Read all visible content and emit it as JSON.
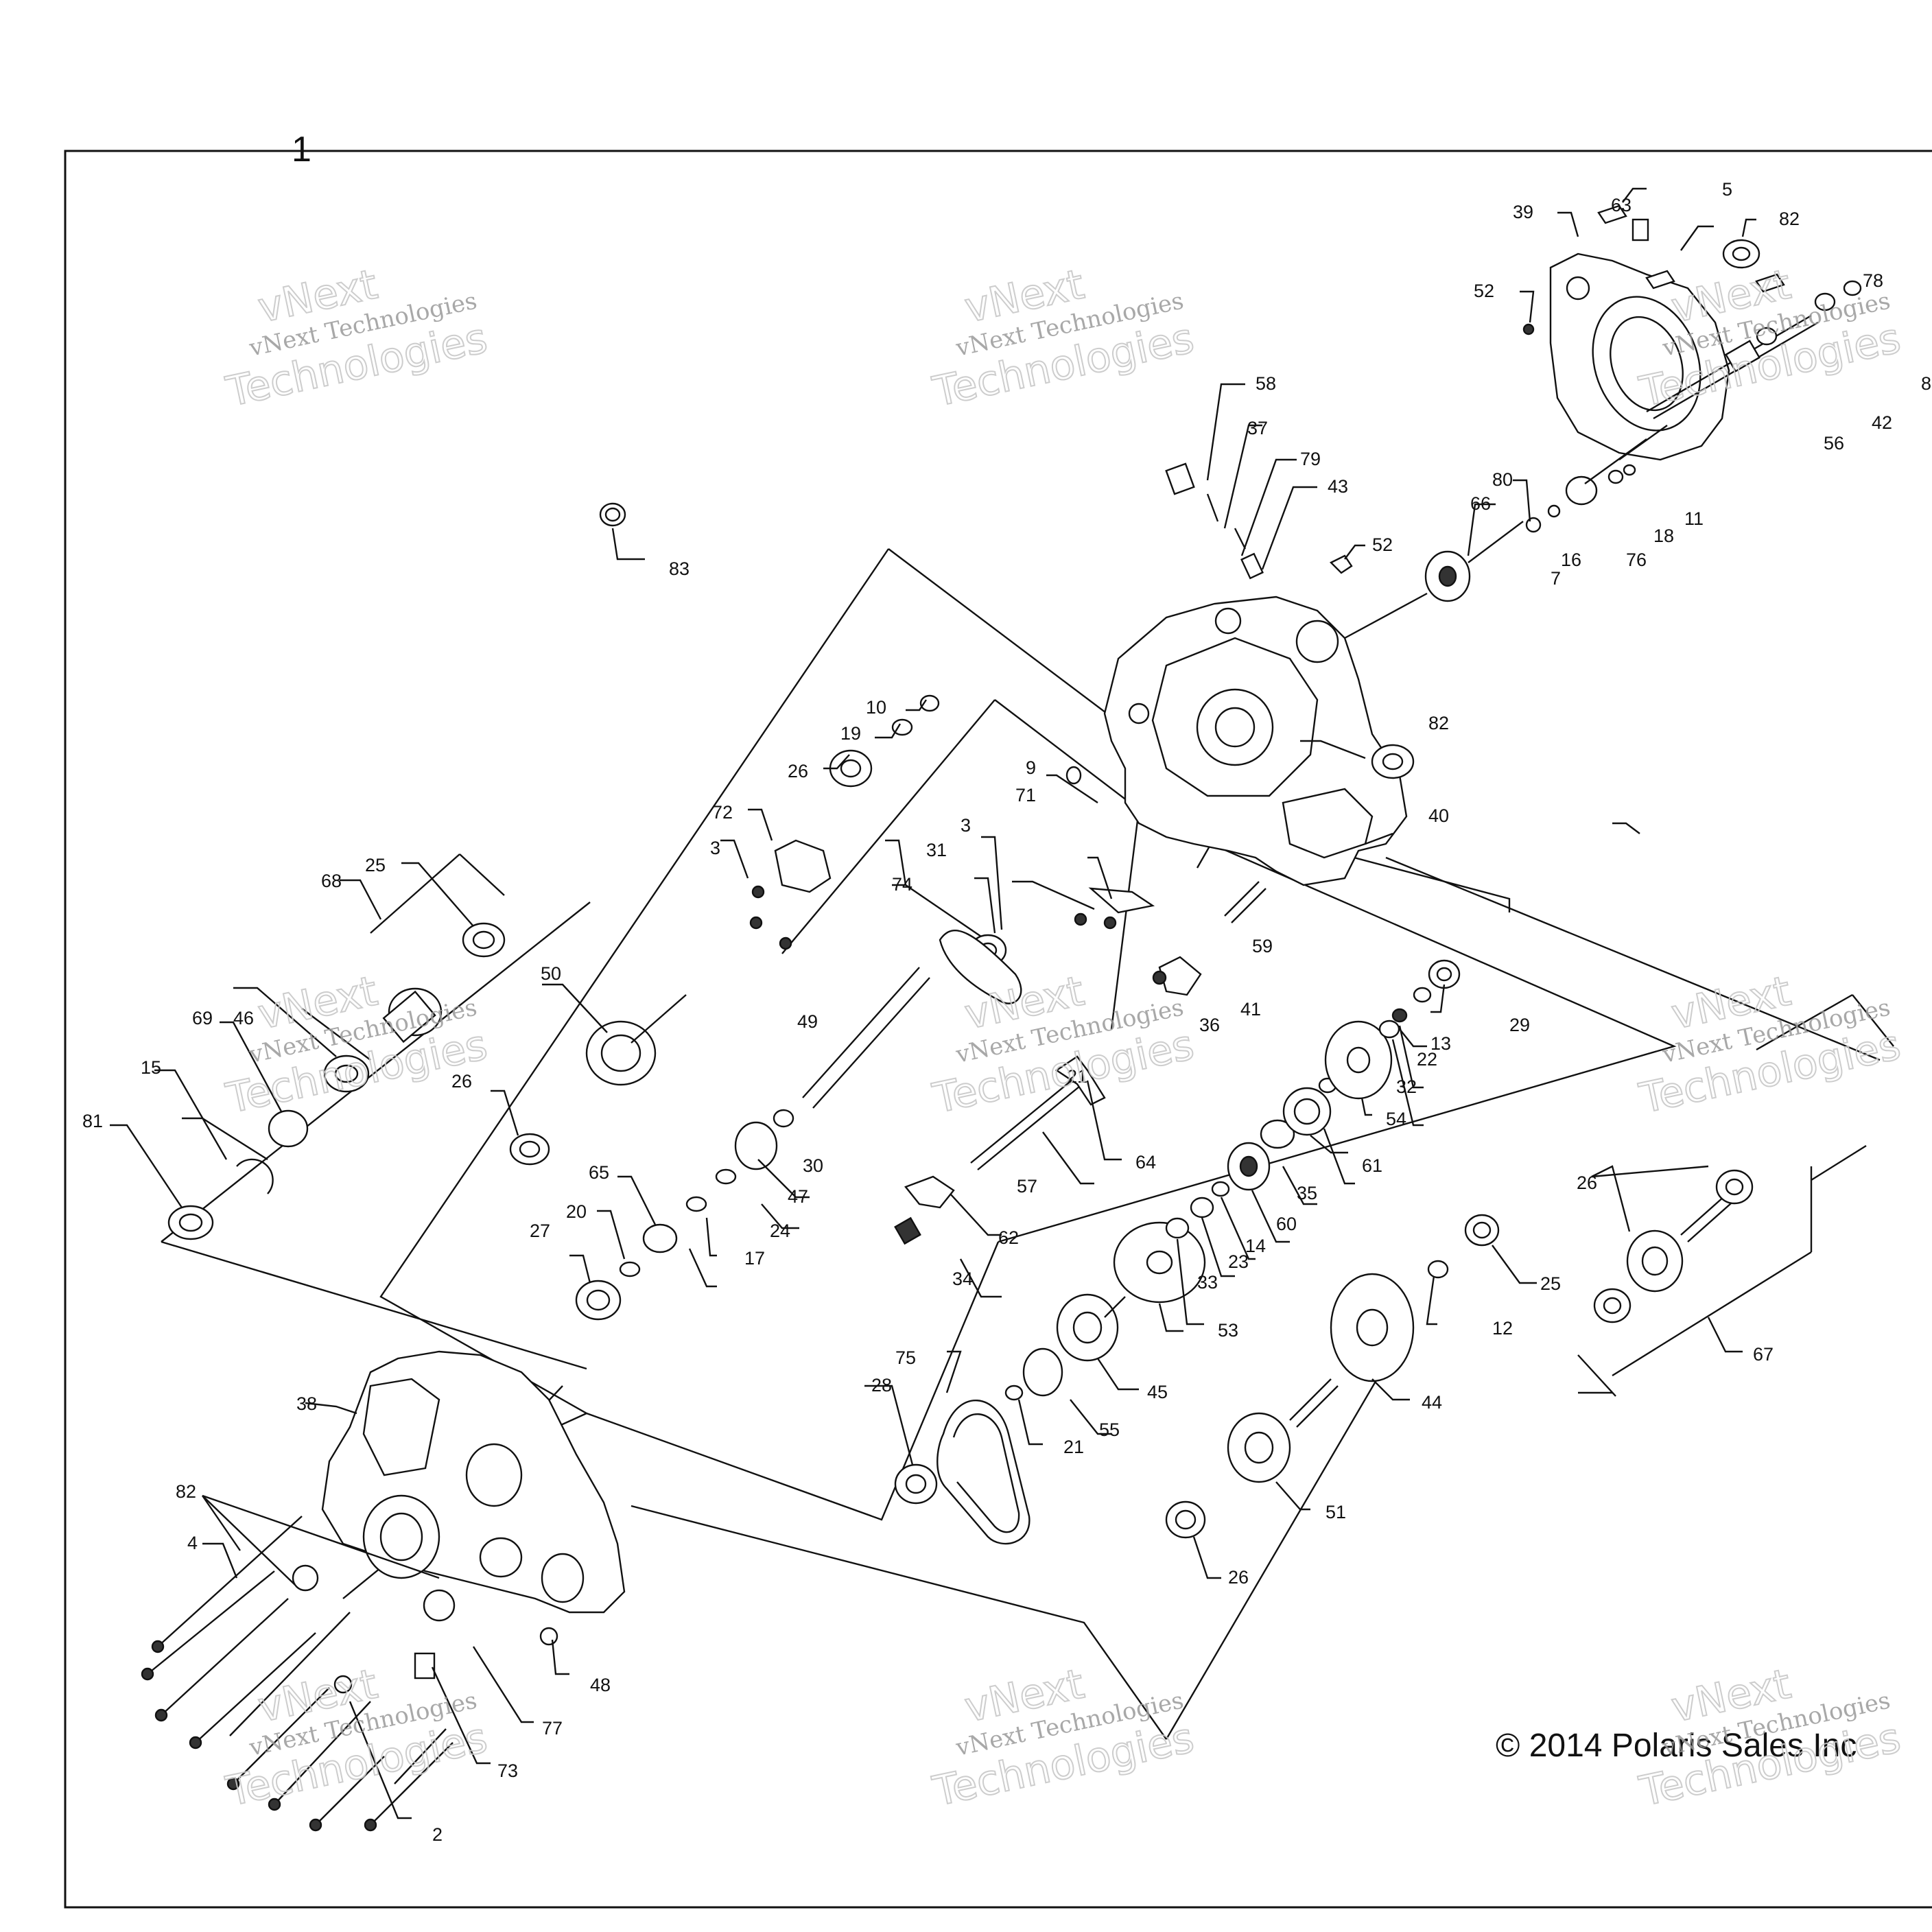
{
  "figure_label": "1",
  "copyright": "© 2014 Polaris Sales Inc",
  "watermark": {
    "line1": "vNext Technologies",
    "line2": "vNext",
    "line3": "Technologies"
  },
  "callouts": [
    {
      "id": "c2",
      "text": "2"
    },
    {
      "id": "c3a",
      "text": "3"
    },
    {
      "id": "c3b",
      "text": "3"
    },
    {
      "id": "c4",
      "text": "4"
    },
    {
      "id": "c5",
      "text": "5"
    },
    {
      "id": "c7",
      "text": "7"
    },
    {
      "id": "c9",
      "text": "9"
    },
    {
      "id": "c10",
      "text": "10"
    },
    {
      "id": "c11",
      "text": "11"
    },
    {
      "id": "c12",
      "text": "12"
    },
    {
      "id": "c13",
      "text": "13"
    },
    {
      "id": "c14",
      "text": "14"
    },
    {
      "id": "c15",
      "text": "15"
    },
    {
      "id": "c16",
      "text": "16"
    },
    {
      "id": "c17",
      "text": "17"
    },
    {
      "id": "c18",
      "text": "18"
    },
    {
      "id": "c19",
      "text": "19"
    },
    {
      "id": "c20",
      "text": "20"
    },
    {
      "id": "c21a",
      "text": "21"
    },
    {
      "id": "c21b",
      "text": "21"
    },
    {
      "id": "c22",
      "text": "22"
    },
    {
      "id": "c23",
      "text": "23"
    },
    {
      "id": "c24",
      "text": "24"
    },
    {
      "id": "c25a",
      "text": "25"
    },
    {
      "id": "c25b",
      "text": "25"
    },
    {
      "id": "c26a",
      "text": "26"
    },
    {
      "id": "c26b",
      "text": "26"
    },
    {
      "id": "c26c",
      "text": "26"
    },
    {
      "id": "c26d",
      "text": "26"
    },
    {
      "id": "c27",
      "text": "27"
    },
    {
      "id": "c28",
      "text": "28"
    },
    {
      "id": "c29",
      "text": "29"
    },
    {
      "id": "c30",
      "text": "30"
    },
    {
      "id": "c31",
      "text": "31"
    },
    {
      "id": "c32",
      "text": "32"
    },
    {
      "id": "c33",
      "text": "33"
    },
    {
      "id": "c34",
      "text": "34"
    },
    {
      "id": "c35",
      "text": "35"
    },
    {
      "id": "c36",
      "text": "36"
    },
    {
      "id": "c37",
      "text": "37"
    },
    {
      "id": "c38",
      "text": "38"
    },
    {
      "id": "c39",
      "text": "39"
    },
    {
      "id": "c40",
      "text": "40"
    },
    {
      "id": "c41",
      "text": "41"
    },
    {
      "id": "c42",
      "text": "42"
    },
    {
      "id": "c43",
      "text": "43"
    },
    {
      "id": "c44",
      "text": "44"
    },
    {
      "id": "c45",
      "text": "45"
    },
    {
      "id": "c46",
      "text": "46"
    },
    {
      "id": "c47",
      "text": "47"
    },
    {
      "id": "c48",
      "text": "48"
    },
    {
      "id": "c49",
      "text": "49"
    },
    {
      "id": "c50",
      "text": "50"
    },
    {
      "id": "c51",
      "text": "51"
    },
    {
      "id": "c52a",
      "text": "52"
    },
    {
      "id": "c52b",
      "text": "52"
    },
    {
      "id": "c53",
      "text": "53"
    },
    {
      "id": "c54",
      "text": "54"
    },
    {
      "id": "c55",
      "text": "55"
    },
    {
      "id": "c56",
      "text": "56"
    },
    {
      "id": "c57",
      "text": "57"
    },
    {
      "id": "c58",
      "text": "58"
    },
    {
      "id": "c59",
      "text": "59"
    },
    {
      "id": "c60",
      "text": "60"
    },
    {
      "id": "c61",
      "text": "61"
    },
    {
      "id": "c62",
      "text": "62"
    },
    {
      "id": "c63",
      "text": "63"
    },
    {
      "id": "c64",
      "text": "64"
    },
    {
      "id": "c65",
      "text": "65"
    },
    {
      "id": "c66",
      "text": "66"
    },
    {
      "id": "c67",
      "text": "67"
    },
    {
      "id": "c68",
      "text": "68"
    },
    {
      "id": "c69",
      "text": "69"
    },
    {
      "id": "c71",
      "text": "71"
    },
    {
      "id": "c72",
      "text": "72"
    },
    {
      "id": "c73",
      "text": "73"
    },
    {
      "id": "c74",
      "text": "74"
    },
    {
      "id": "c75",
      "text": "75"
    },
    {
      "id": "c76",
      "text": "76"
    },
    {
      "id": "c77",
      "text": "77"
    },
    {
      "id": "c78",
      "text": "78"
    },
    {
      "id": "c79",
      "text": "79"
    },
    {
      "id": "c80",
      "text": "80"
    },
    {
      "id": "c81",
      "text": "81"
    },
    {
      "id": "c82a",
      "text": "82"
    },
    {
      "id": "c82b",
      "text": "82"
    },
    {
      "id": "c82c",
      "text": "82"
    },
    {
      "id": "c83",
      "text": "83"
    },
    {
      "id": "c8",
      "text": "8"
    }
  ]
}
